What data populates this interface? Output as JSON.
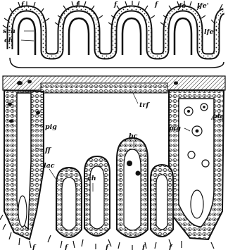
{
  "labels": {
    "top_f": "f",
    "fe": "fe",
    "lfe1": "lfe'",
    "lfe2": "lfe\"",
    "sch": "sch",
    "ch_top": "ch",
    "pig_left": "pig",
    "ff": "ff",
    "trf": "trf",
    "pig_right": "pig",
    "pig_mid": "pig",
    "bc": "bc",
    "lac": "lac",
    "ch_bottom": "ch",
    "bottom_f": "f"
  },
  "colors": {
    "ink": "#111111",
    "paper": "#ffffff"
  }
}
